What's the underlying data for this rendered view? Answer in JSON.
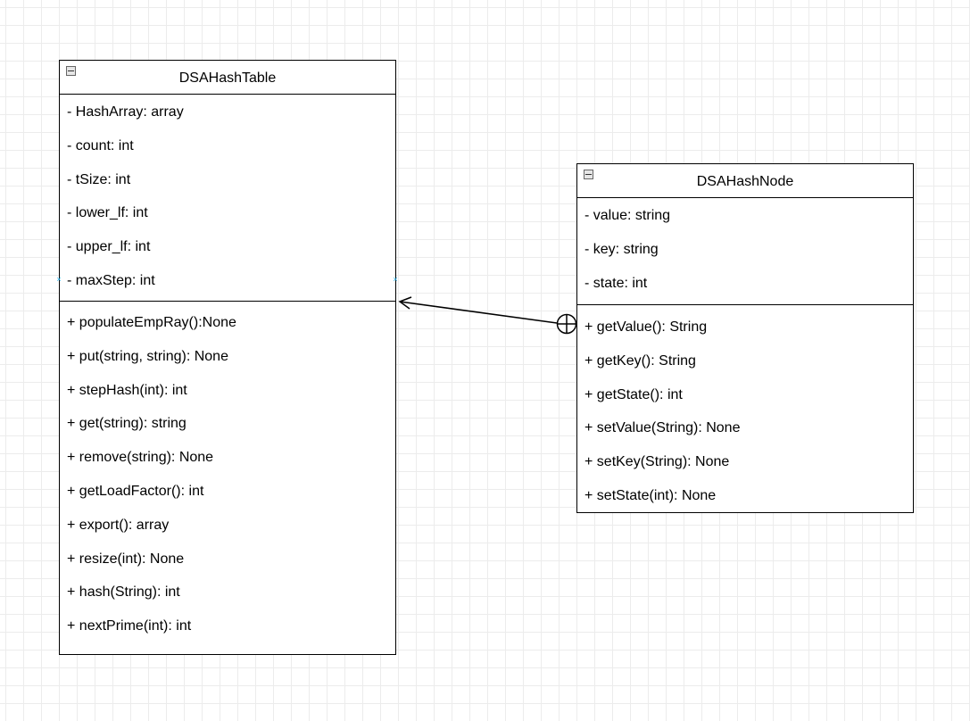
{
  "diagram": {
    "classes": [
      {
        "id": "hash-table",
        "name": "DSAHashTable",
        "attributes": [
          "- HashArray: array",
          "- count: int",
          "- tSize: int",
          "- lower_lf: int",
          "- upper_lf: int",
          "- maxStep: int"
        ],
        "methods": [
          "+ populateEmpRay():None",
          "+ put(string, string): None",
          "+ stepHash(int): int",
          "+ get(string): string",
          "+ remove(string): None",
          "+ getLoadFactor(): int",
          "+ export(): array",
          "+ resize(int): None",
          "+ hash(String): int",
          "+ nextPrime(int): int"
        ]
      },
      {
        "id": "hash-node",
        "name": "DSAHashNode",
        "attributes": [
          "- value: string",
          "- key: string",
          "- state: int"
        ],
        "methods": [
          "+ getValue(): String",
          "+ getKey(): String",
          "+ getState(): int",
          "+ setValue(String): None",
          "+ setKey(String): None",
          "+ setState(int): None"
        ]
      }
    ],
    "relationship": {
      "type": "nested-class containment",
      "from": "DSAHashNode",
      "to": "DSAHashTable",
      "source_end": "circle-plus",
      "target_end": "open-arrow"
    },
    "colors": {
      "line": "#000000",
      "grid": "#ececec",
      "port_marker": "#29b6f2",
      "collapse_icon": "#e6e6e6"
    }
  }
}
